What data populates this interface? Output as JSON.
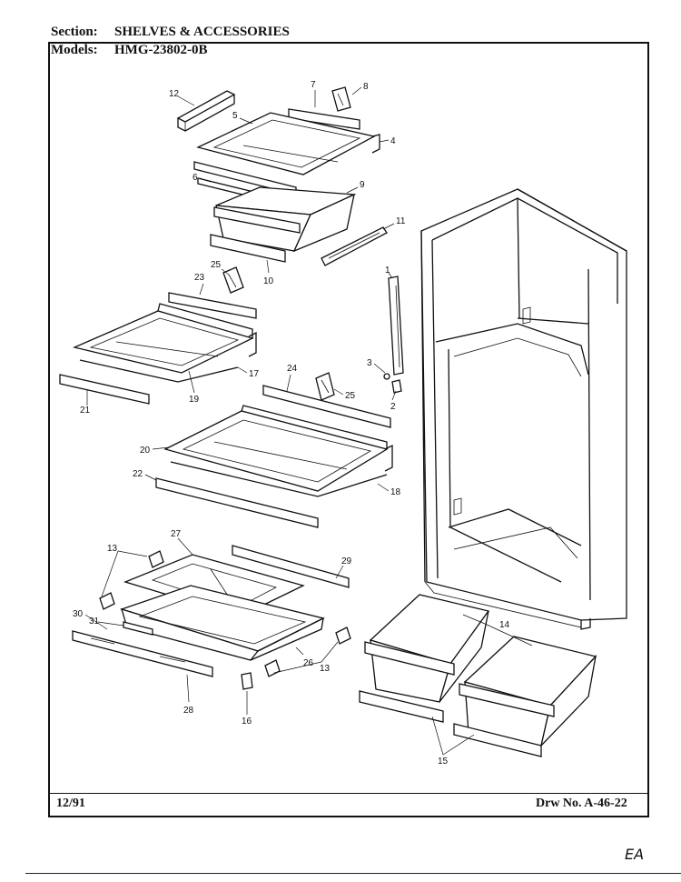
{
  "header": {
    "section_label": "Section:",
    "section_value": "SHELVES & ACCESSORIES",
    "models_label": "Models:",
    "models_value": "HMG-23802-0B"
  },
  "footer": {
    "date": "12/91",
    "drawing_number": "Drw No. A-46-22"
  },
  "initials": "EA",
  "callouts": [
    "1",
    "2",
    "3",
    "4",
    "5",
    "6",
    "7",
    "8",
    "9",
    "10",
    "11",
    "12",
    "13",
    "13",
    "14",
    "15",
    "16",
    "17",
    "18",
    "19",
    "20",
    "21",
    "22",
    "23",
    "24",
    "25",
    "25",
    "26",
    "27",
    "28",
    "29",
    "30",
    "31"
  ]
}
